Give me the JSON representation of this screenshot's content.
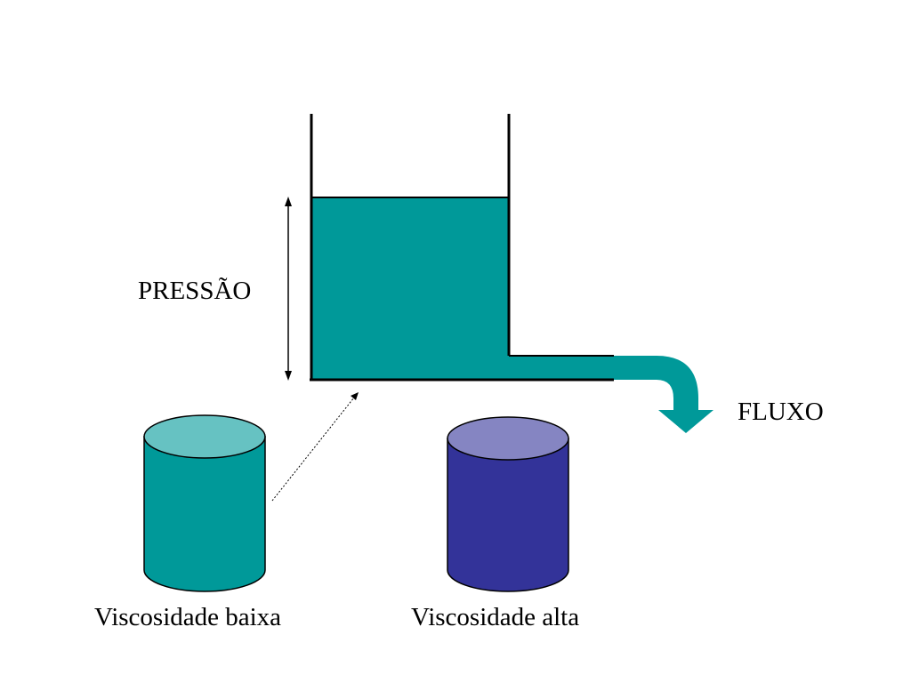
{
  "labels": {
    "pressure": "PRESSÃO",
    "flow": "FLUXO",
    "low_viscosity": "Viscosidade baixa",
    "high_viscosity": "Viscosidade alta"
  },
  "colors": {
    "fluid": "#009999",
    "low_viscosity_body": "#009999",
    "low_viscosity_top": "#66c2c2",
    "high_viscosity_body": "#333399",
    "high_viscosity_top": "#8585c2",
    "outline": "#000000"
  }
}
